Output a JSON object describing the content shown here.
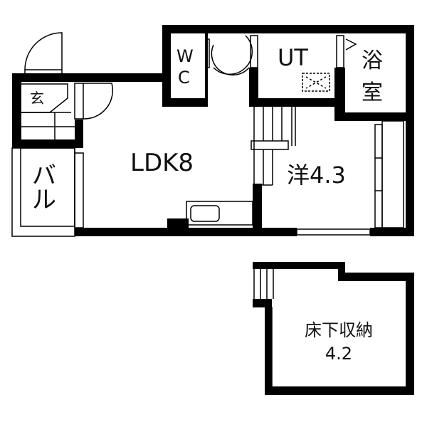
{
  "rooms": {
    "entrance": "玄",
    "balcony": "バル",
    "wc_w": "W",
    "wc_c": "C",
    "ut": "UT",
    "bath_1": "浴",
    "bath_2": "室",
    "ldk": "LDK8",
    "western": "洋4.3",
    "storage_name": "床下収納",
    "storage_size": "4.2"
  },
  "colors": {
    "wall": "#000000",
    "background": "#ffffff"
  }
}
